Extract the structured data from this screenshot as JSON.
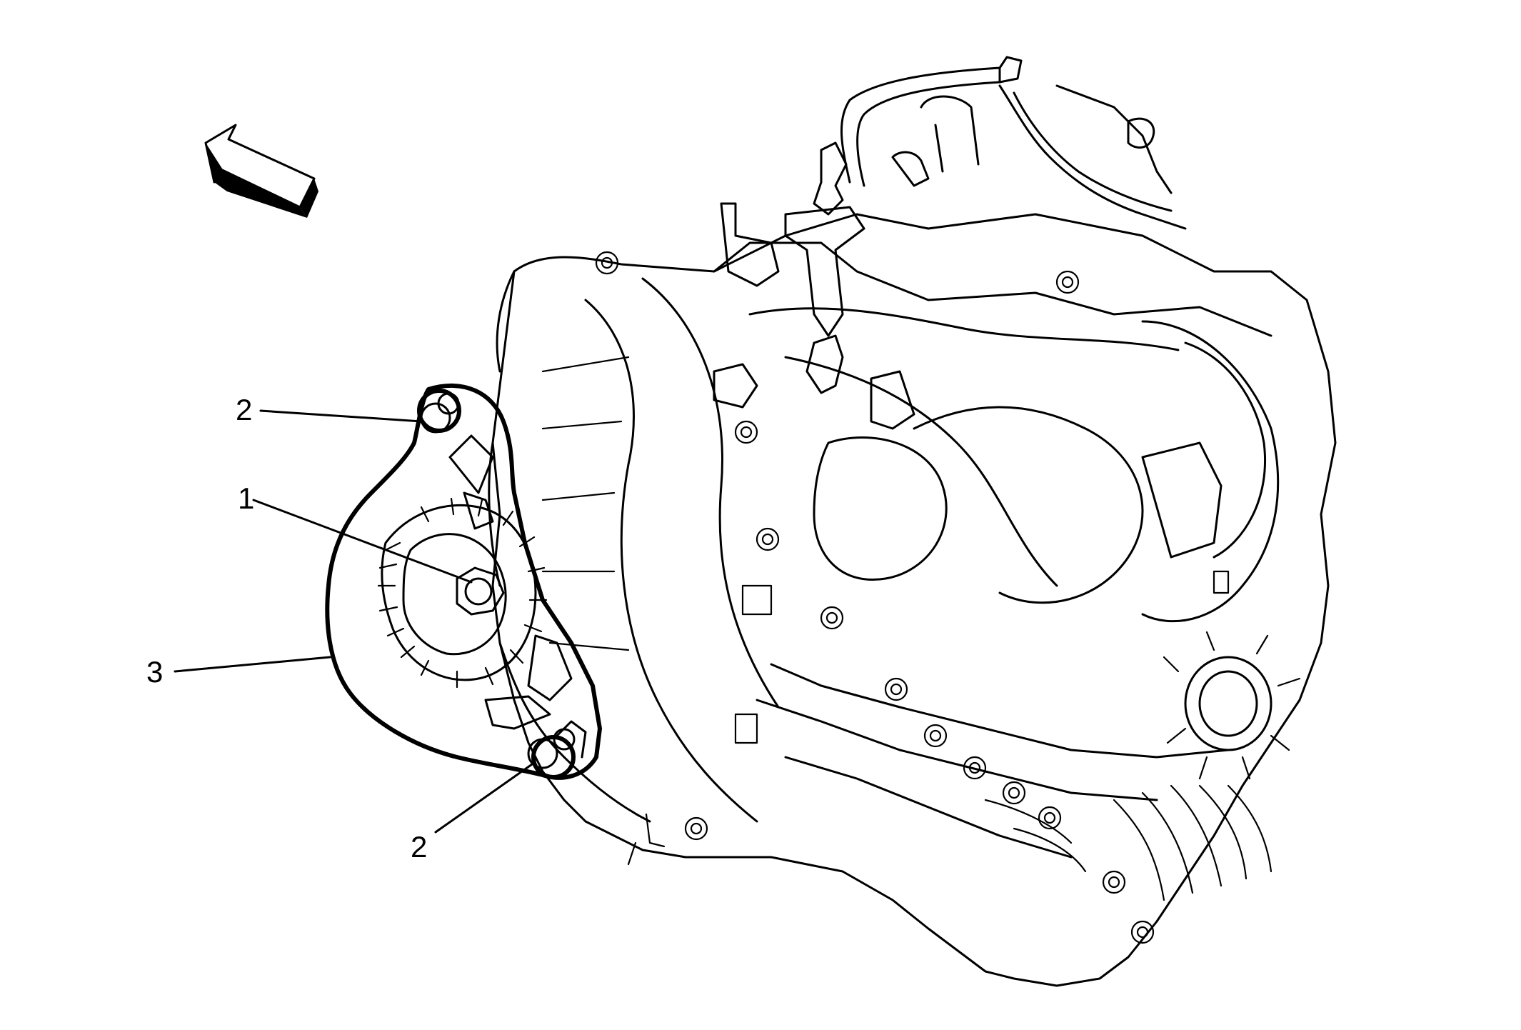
{
  "diagram": {
    "callouts": [
      {
        "id": "2a",
        "label": "2"
      },
      {
        "id": "1",
        "label": "1"
      },
      {
        "id": "3",
        "label": "3"
      },
      {
        "id": "2b",
        "label": "2"
      }
    ],
    "icons": {
      "direction_arrow": "front-direction-arrow-icon",
      "assembly": "transaxle-assembly-illustration",
      "mount": "transaxle-mount-bracket-illustration"
    }
  }
}
